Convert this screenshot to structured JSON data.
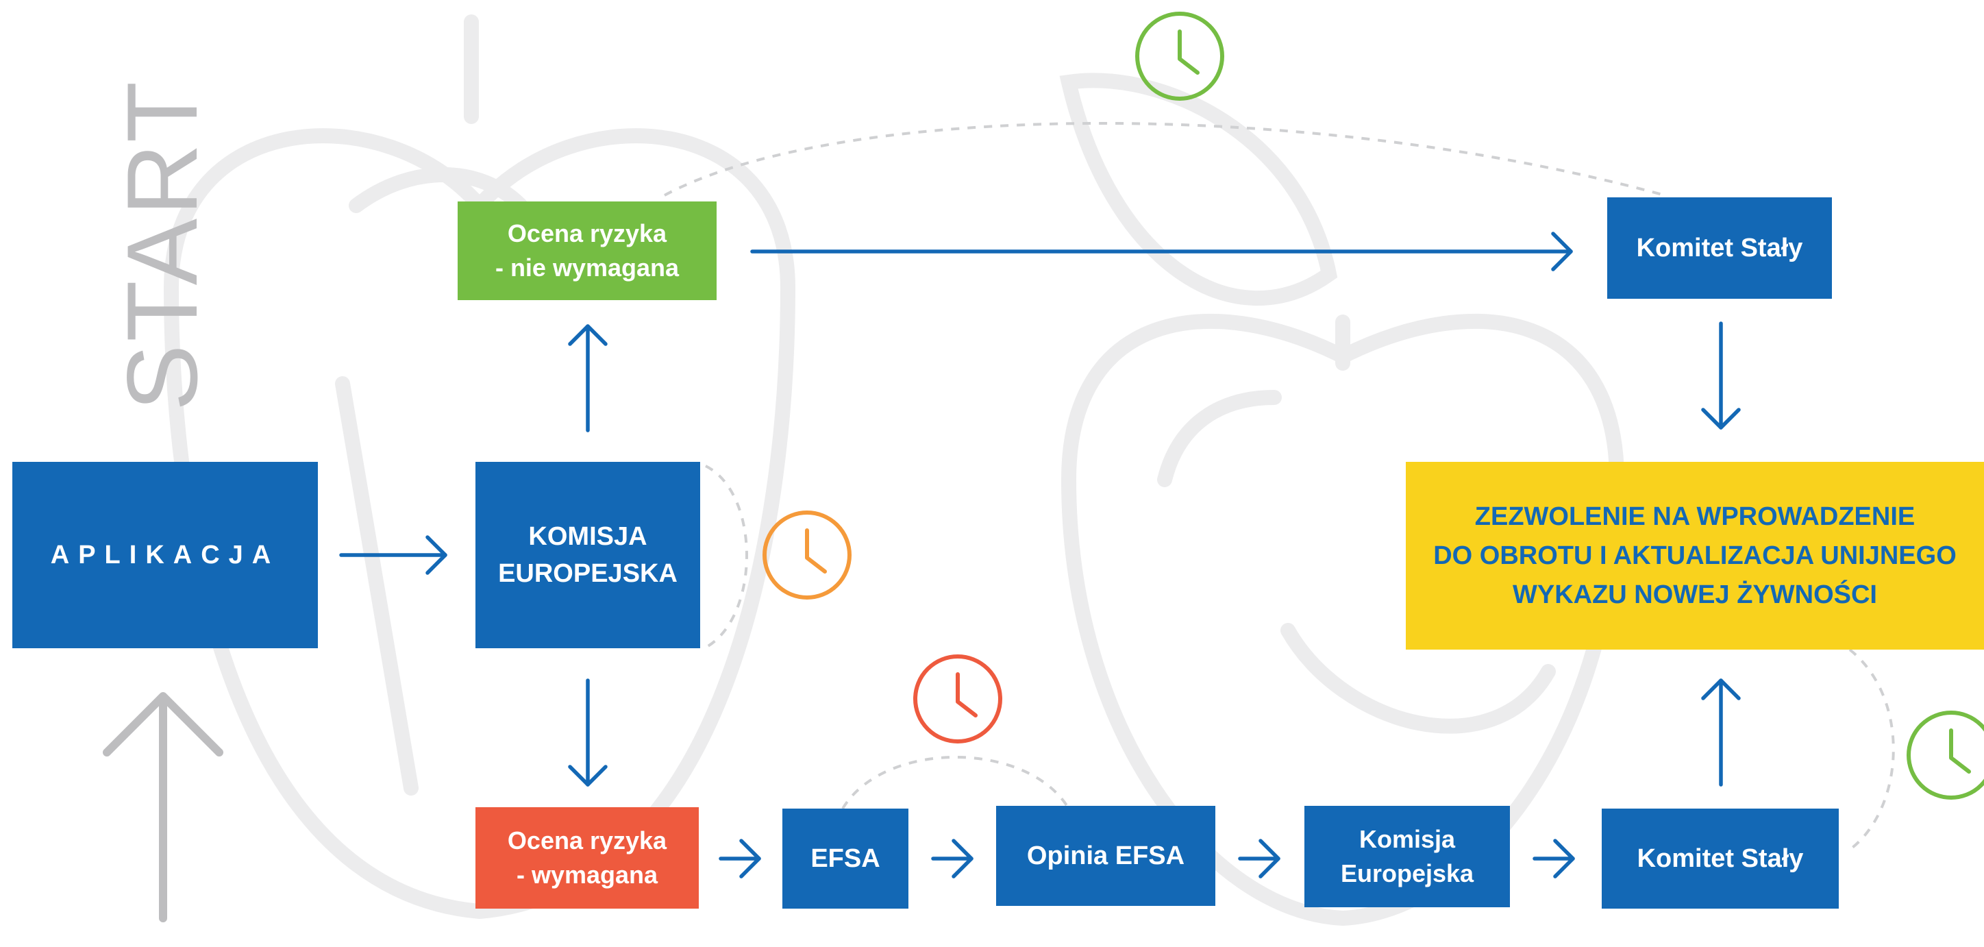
{
  "start_label": "START",
  "boxes": {
    "aplikacja": "APLIKACJA",
    "komisja_europejska_top": "KOMISJA\nEUROPEJSKA",
    "ocena_nie_wymagana": "Ocena ryzyka\n- nie wymagana",
    "komitet_staly_top": "Komitet Stały",
    "zezwolenie": "ZEZWOLENIE NA WPROWADZENIE\nDO OBROTU I AKTUALIZACJA UNIJNEGO\nWYKAZU NOWEJ ŻYWNOŚCI",
    "ocena_wymagana": "Ocena ryzyka\n- wymagana",
    "efsa": "EFSA",
    "opinia_efsa": "Opinia EFSA",
    "komisja_europejska_bottom": "Komisja\nEuropejska",
    "komitet_staly_bottom": "Komitet Stały"
  },
  "colors": {
    "blue": "#1368b5",
    "green": "#75bd43",
    "red": "#ee5a3e",
    "yellow": "#f9d21d",
    "orange_clock": "#f59a3a",
    "green_clock": "#75bd43",
    "red_clock": "#ee5a3e",
    "grey_decor": "#e9e9ea",
    "start_grey": "#bdbdbf"
  },
  "icons": [
    "clock-icon",
    "arrow-icon"
  ]
}
